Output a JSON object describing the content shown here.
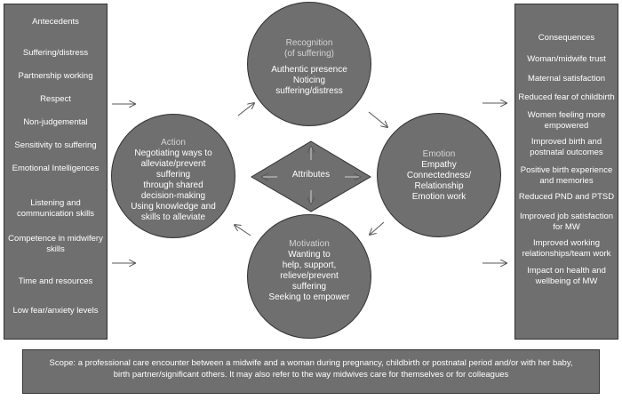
{
  "antecedents": {
    "title": "Antecedents",
    "items": [
      "Suffering/distress",
      "Partnership working",
      "Respect",
      "Non-judgemental",
      "Sensitivity to suffering",
      "Emotional Intelligences",
      [
        "Listening and",
        "communication skills"
      ],
      [
        "Competence in midwifery",
        "skills"
      ],
      "Time and resources",
      "Low fear/anxiety levels"
    ]
  },
  "consequences": {
    "title": "Consequences",
    "items": [
      "Woman/midwife trust",
      "Maternal satisfaction",
      "Reduced fear of childbirth",
      [
        "Women feeling more",
        "empowered"
      ],
      [
        "Improved birth and",
        "postnatal outcomes"
      ],
      [
        "Positive birth experience",
        "and memories"
      ],
      "Reduced PND and PTSD",
      [
        "Improved job satisfaction",
        "for MW"
      ],
      [
        "Improved working",
        "relationships/team work"
      ],
      [
        "Impact on health and",
        "wellbeing of MW"
      ]
    ]
  },
  "recognition": {
    "title": "Recognition",
    "subtitle": "(of suffering)",
    "lines": [
      "Authentic presence",
      "Noticing",
      "suffering/distress"
    ]
  },
  "action": {
    "title": "Action",
    "lines": [
      "Negotiating ways to",
      "alleviate/prevent",
      "suffering",
      "through shared",
      "decision-making",
      "Using knowledge and",
      "skills to alleviate"
    ]
  },
  "emotion": {
    "title": "Emotion",
    "lines": [
      "Empathy",
      "Connectedness/",
      "Relationship",
      "Emotion work"
    ]
  },
  "motivation": {
    "title": "Motivation",
    "lines": [
      "Wanting to",
      "help, support,",
      "relieve/prevent",
      "suffering",
      "Seeking to empower"
    ]
  },
  "attributes": {
    "label": "Attributes"
  },
  "scope": {
    "text_line1": "Scope: a professional care encounter between a midwife and a woman during pregnancy, childbirth or postnatal period and/or with her baby,",
    "text_line2": "birth partner/significant others. It may also refer to the way midwives care for themselves or for colleagues"
  }
}
